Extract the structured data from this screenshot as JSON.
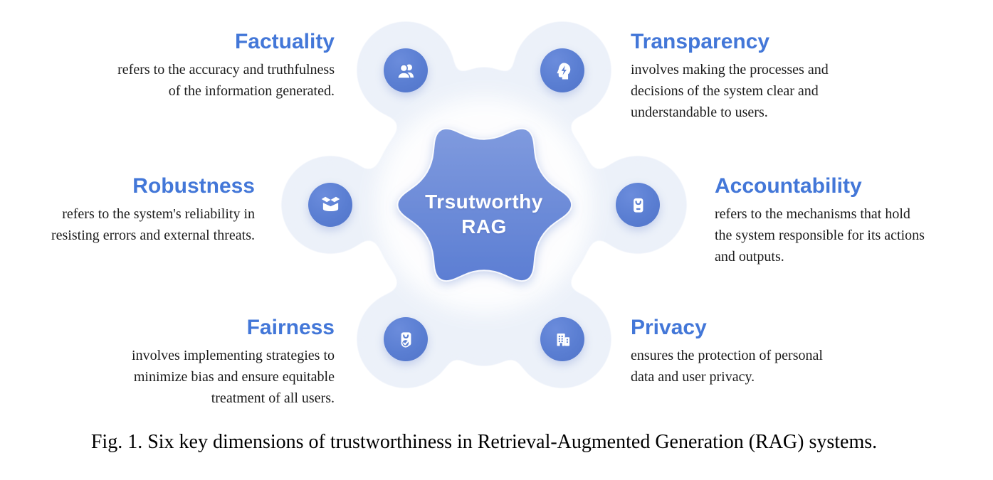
{
  "center_badge": {
    "line1": "Trsutworthy",
    "line2": "RAG"
  },
  "dimensions": {
    "factuality": {
      "title": "Factuality",
      "icon": "two-users-icon",
      "lines": [
        "refers to the accuracy and truthfulness",
        "of the information generated."
      ]
    },
    "transparency": {
      "title": "Transparency",
      "icon": "head-lightning-icon",
      "lines": [
        "involves making the processes and",
        "decisions of the system clear and",
        "understandable to users."
      ]
    },
    "robustness": {
      "title": "Robustness",
      "icon": "open-box-icon",
      "lines": [
        "refers to the system's reliability in",
        "resisting errors and external threats."
      ]
    },
    "accountability": {
      "title": "Accountability",
      "icon": "badge-smile-icon",
      "lines": [
        "refers to the mechanisms that hold",
        "the system responsible for its actions",
        "and outputs."
      ]
    },
    "fairness": {
      "title": "Fairness",
      "icon": "bag-check-icon",
      "lines": [
        "involves implementing strategies to",
        "minimize bias and ensure equitable",
        "treatment of all users."
      ]
    },
    "privacy": {
      "title": "Privacy",
      "icon": "buildings-icon",
      "lines": [
        "ensures the protection of personal",
        "data and user privacy."
      ]
    }
  },
  "caption": "Fig. 1. Six key dimensions of trustworthiness in Retrieval-Augmented Generation (RAG) systems.",
  "colors": {
    "title_accent": "#4377d8",
    "star_fill_top": "#7f9ade",
    "star_fill_bottom": "#5c7ed3",
    "icon_circle": "#5b7fd1",
    "blob_background": "#ecf1f9",
    "center_text": "#ffffff",
    "body_text": "#1c1c1c"
  }
}
